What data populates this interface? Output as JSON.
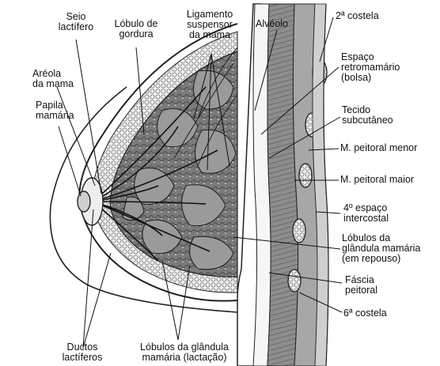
{
  "labels": {
    "seio_lactifero": [
      "Seio",
      "lactífero"
    ],
    "lobulo_gordura": [
      "Lóbulo de",
      "gordura"
    ],
    "ligamento_suspensor": [
      "Ligamento",
      "suspensor",
      "da mama"
    ],
    "alveolo": [
      "Alvéolo"
    ],
    "segunda_costela": [
      "2ª costela"
    ],
    "areola": [
      "Aréola",
      "da mama"
    ],
    "papila": [
      "Papila",
      "mamária"
    ],
    "espaco_retromamario": [
      "Espaço",
      "retromamário",
      "(bolsa)"
    ],
    "tecido_subcutaneo": [
      "Tecido",
      "subcutâneo"
    ],
    "peitoral_menor": [
      "M. peitoral menor"
    ],
    "peitoral_maior": [
      "M. peitoral maior"
    ],
    "quarto_espaco": [
      "4º espaço",
      "intercostal"
    ],
    "lobulos_repouso": [
      "Lóbulos da",
      "glândula mamária",
      "(em repouso)"
    ],
    "fascia_peitoral": [
      "Fáscia",
      "peitoral"
    ],
    "sexta_costela": [
      "6ª costela"
    ],
    "ductos": [
      "Ductos",
      "lactíferos"
    ],
    "lobulos_lactacao": [
      "Lóbulos da glândula",
      "mamária (lactação)"
    ]
  },
  "colors": {
    "ink": "#111111",
    "lobule_fill": "#6e6e6e",
    "lobule_dark": "#3c3c3c",
    "fat_fill": "#ededed",
    "muscle_fill": "#8a8a8a",
    "rib_fill": "#e2e2e2"
  }
}
